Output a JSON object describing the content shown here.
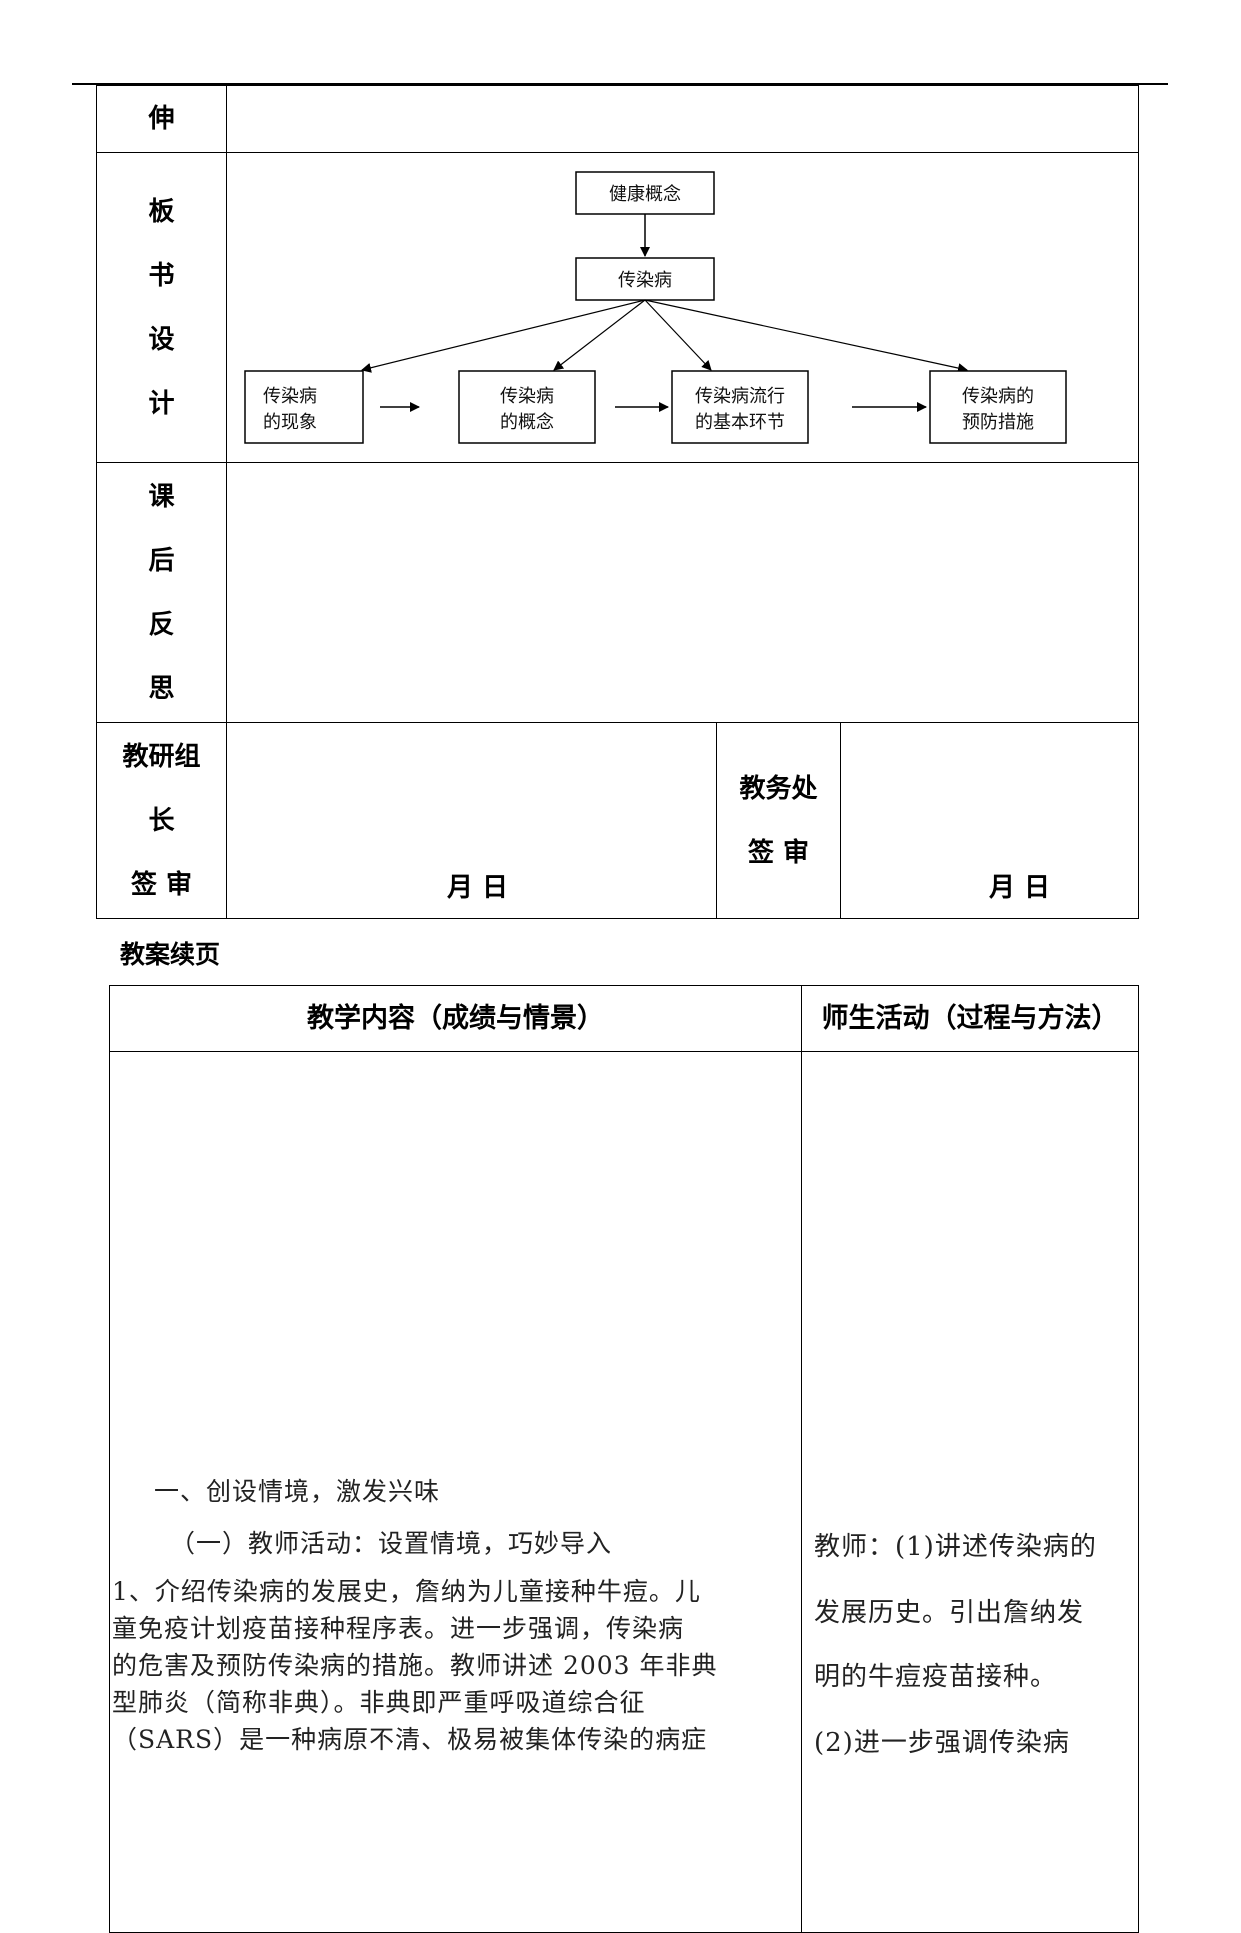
{
  "plan_table": {
    "extension_label": "伸",
    "board_label_chars": [
      "板",
      "书",
      "设",
      "计"
    ],
    "reflection_label_chars": [
      "课",
      "后",
      "反",
      "思"
    ],
    "group_leader_label_lines": [
      "教研组",
      "长",
      "签 审"
    ],
    "academic_office_label_lines": [
      "教务处",
      "签 审"
    ],
    "date_left": "月    日",
    "date_right": "月    日"
  },
  "board_diagram": {
    "top": "健康概念",
    "middle": "传染病",
    "branches": [
      [
        "传染病",
        "的现象"
      ],
      [
        "传染病",
        "的概念"
      ],
      [
        "传染病流行",
        "的基本环节"
      ],
      [
        "传染病的",
        "预防措施"
      ]
    ]
  },
  "continuation": {
    "title": "教案续页",
    "col_content_header": "教学内容（成绩与情景）",
    "col_activity_header": "师生活动（过程与方法）",
    "section_heading": "一、创设情境，激发兴味",
    "sub_heading": "（一）教师活动：设置情境，巧妙导入",
    "paragraph_lines": [
      "1、介绍传染病的发展史，詹纳为儿童接种牛痘。儿",
      "童免疫计划疫苗接种程序表。进一步强调，传染病",
      "的危害及预防传染病的措施。教师讲述 2003 年非典",
      "型肺炎（简称非典）。非典即严重呼吸道综合征",
      "（SARS）是一种病原不清、极易被集体传染的病症"
    ],
    "activity_lines": [
      "教师：(1)讲述传染病的",
      "发展历史。引出詹纳发",
      "明的牛痘疫苗接种。",
      "(2)进一步强调传染病"
    ]
  }
}
